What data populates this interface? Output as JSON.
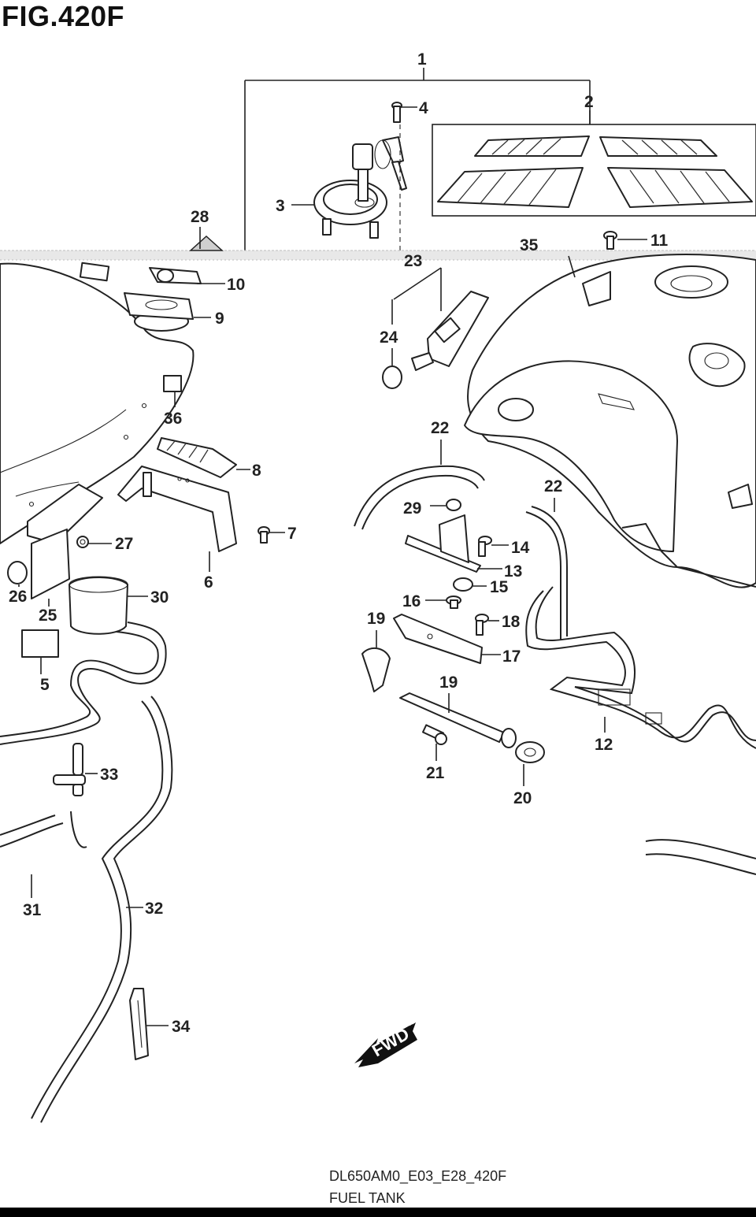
{
  "figure": {
    "title": "FIG.420F",
    "model_code": "DL650AM0_E03_E28_420F",
    "name": "FUEL TANK",
    "direction_label": "FWD"
  },
  "callouts": [
    {
      "id": "c1",
      "label": "1"
    },
    {
      "id": "c2",
      "label": "2"
    },
    {
      "id": "c3",
      "label": "3"
    },
    {
      "id": "c4",
      "label": "4"
    },
    {
      "id": "c5",
      "label": "5"
    },
    {
      "id": "c6",
      "label": "6"
    },
    {
      "id": "c7",
      "label": "7"
    },
    {
      "id": "c8",
      "label": "8"
    },
    {
      "id": "c9",
      "label": "9"
    },
    {
      "id": "c10",
      "label": "10"
    },
    {
      "id": "c11",
      "label": "11"
    },
    {
      "id": "c12",
      "label": "12"
    },
    {
      "id": "c13",
      "label": "13"
    },
    {
      "id": "c14",
      "label": "14"
    },
    {
      "id": "c15",
      "label": "15"
    },
    {
      "id": "c16",
      "label": "16"
    },
    {
      "id": "c17",
      "label": "17"
    },
    {
      "id": "c18",
      "label": "18"
    },
    {
      "id": "c19a",
      "label": "19"
    },
    {
      "id": "c19b",
      "label": "19"
    },
    {
      "id": "c20",
      "label": "20"
    },
    {
      "id": "c21",
      "label": "21"
    },
    {
      "id": "c22a",
      "label": "22"
    },
    {
      "id": "c22b",
      "label": "22"
    },
    {
      "id": "c23",
      "label": "23"
    },
    {
      "id": "c24",
      "label": "24"
    },
    {
      "id": "c25",
      "label": "25"
    },
    {
      "id": "c26",
      "label": "26"
    },
    {
      "id": "c27",
      "label": "27"
    },
    {
      "id": "c28",
      "label": "28"
    },
    {
      "id": "c29",
      "label": "29"
    },
    {
      "id": "c30",
      "label": "30"
    },
    {
      "id": "c31",
      "label": "31"
    },
    {
      "id": "c32",
      "label": "32"
    },
    {
      "id": "c33",
      "label": "33"
    },
    {
      "id": "c34",
      "label": "34"
    },
    {
      "id": "c35",
      "label": "35"
    },
    {
      "id": "c36",
      "label": "36"
    }
  ]
}
